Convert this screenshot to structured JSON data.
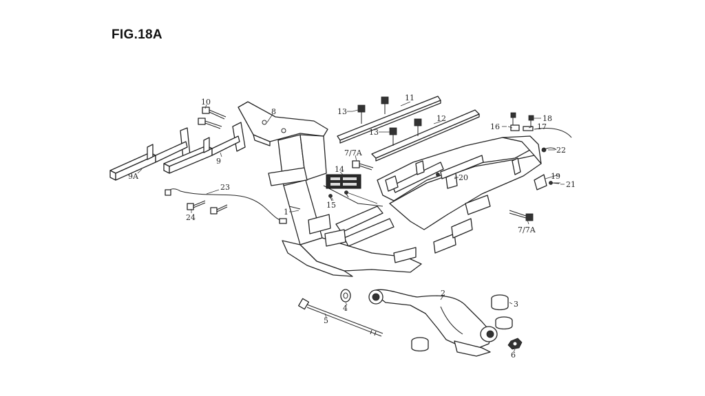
{
  "figure": {
    "title": "FIG.18A"
  },
  "callouts": {
    "c1": "1",
    "c2": "2",
    "c3": "3",
    "c4": "4",
    "c5": "5",
    "c6": "6",
    "c7a": "7/7A",
    "c7b": "7/7A",
    "c8": "8",
    "c9": "9",
    "c9a": "9A",
    "c10": "10",
    "c11": "11",
    "c12": "12",
    "c13a": "13",
    "c13b": "13",
    "c14": "14",
    "c15": "15",
    "c16": "16",
    "c17": "17",
    "c18": "18",
    "c19": "19",
    "c20": "20",
    "c21": "21",
    "c22": "22",
    "c23": "23",
    "c24": "24"
  },
  "label_plate": {
    "rows": [
      "CO",
      "CO"
    ]
  }
}
